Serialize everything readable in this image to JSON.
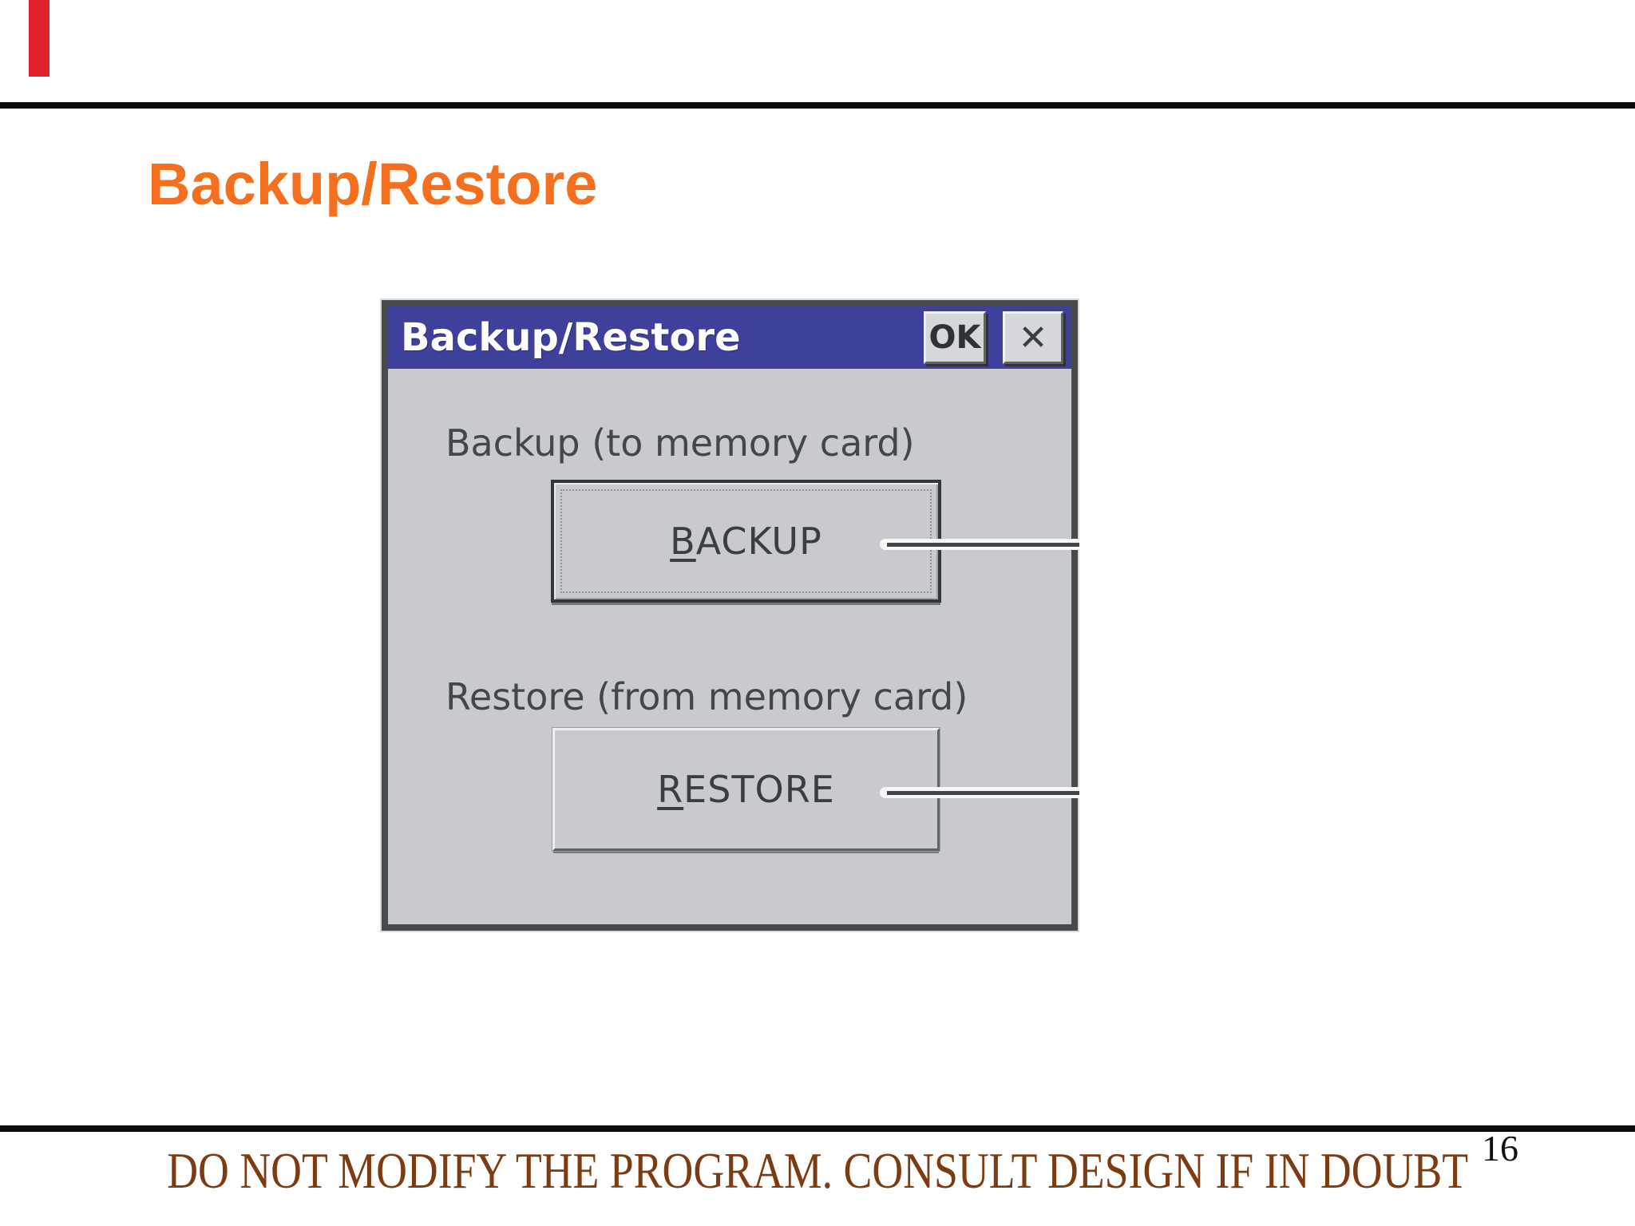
{
  "slide": {
    "title": "Backup/Restore",
    "title_color": "#F4701F",
    "accent_bar_color": "#E2222A",
    "page_number": "16",
    "footer_warning": "DO NOT MODIFY THE PROGRAM. CONSULT DESIGN IF IN DOUBT",
    "footer_color": "#7C3B11"
  },
  "dialog": {
    "title": "Backup/Restore",
    "titlebar_color": "#3F3F9C",
    "body_color": "#C8CACE",
    "ok_label": "OK",
    "close_glyph": "✕",
    "backup_label": "Backup (to memory card)",
    "restore_label": "Restore (from memory card)",
    "backup_button": {
      "key": "B",
      "rest": "ACKUP"
    },
    "restore_button": {
      "key": "R",
      "rest": "ESTORE"
    }
  }
}
